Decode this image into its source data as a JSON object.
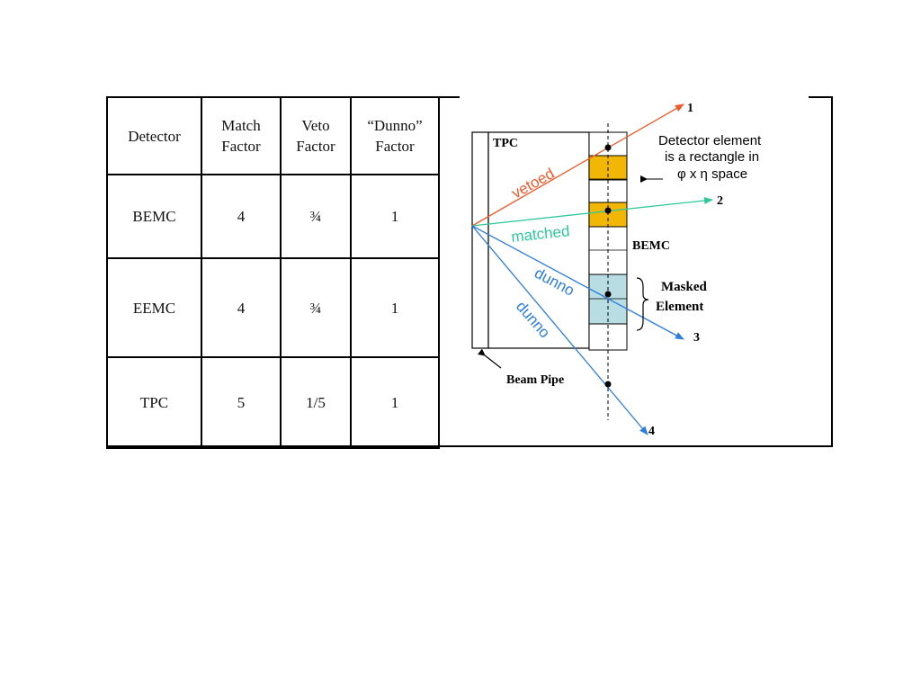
{
  "table": {
    "headers": [
      {
        "lines": [
          "Detector"
        ]
      },
      {
        "lines": [
          "Match",
          "Factor"
        ]
      },
      {
        "lines": [
          "Veto",
          "Factor"
        ]
      },
      {
        "lines": [
          "“Dunno”",
          "Factor"
        ]
      }
    ],
    "rows": [
      {
        "detector": "BEMC",
        "match": "4",
        "veto": "¾",
        "dunno": "1"
      },
      {
        "detector": "EEMC",
        "match": "4",
        "veto": "¾",
        "dunno": "1"
      },
      {
        "detector": "TPC",
        "match": "5",
        "veto": "1/5",
        "dunno": "1"
      }
    ]
  },
  "diagram": {
    "tpc_label": "TPC",
    "bemc_label": "BEMC",
    "beam_pipe_label": "Beam Pipe",
    "masked_label": [
      "Masked",
      "Element"
    ],
    "element_note": [
      "Detector element",
      "is a rectangle in",
      "φ x η space"
    ],
    "tracks": [
      {
        "number": "1",
        "label": "vetoed",
        "color": "#f05a28"
      },
      {
        "number": "2",
        "label": "matched",
        "color": "#2ec99a"
      },
      {
        "number": "3",
        "label": "dunno",
        "color": "#2b7de0"
      },
      {
        "number": "4",
        "label": "dunno",
        "color": "#2b7de0"
      }
    ],
    "colors": {
      "vetoed_element": "#f2b705",
      "masked_element": "#b8dde2"
    }
  }
}
